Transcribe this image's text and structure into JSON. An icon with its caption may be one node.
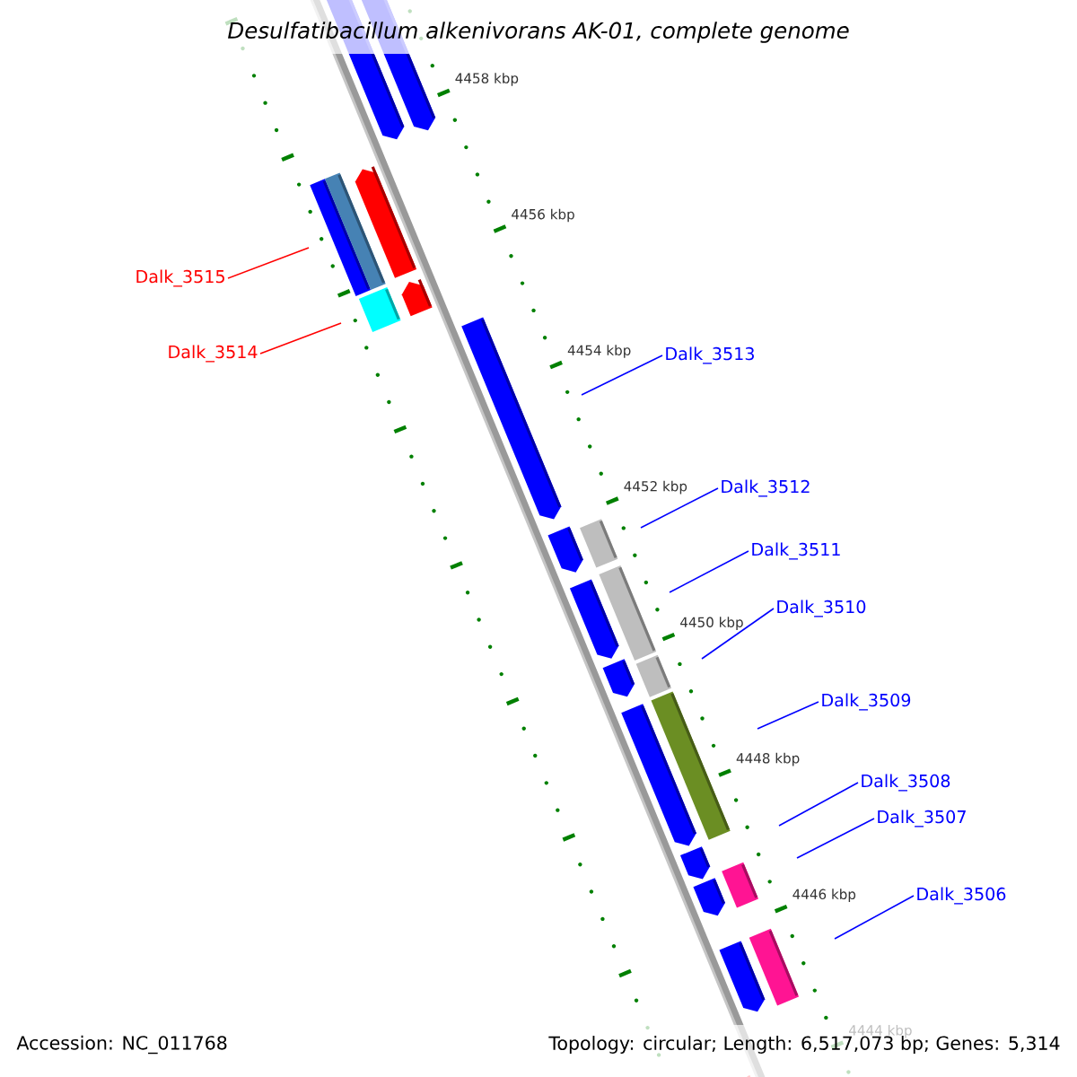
{
  "diagram": {
    "title": "Desulfatibacillum alkenivorans AK-01, complete genome",
    "nodes": [
      {
        "text": [
          "Dalk_3515"
        ]
      },
      {
        "text": [
          "Dalk_3514"
        ]
      },
      {
        "text": [
          "Dalk_3513"
        ]
      },
      {
        "text": [
          "Dalk_3512"
        ]
      },
      {
        "text": [
          "Dalk_3511"
        ]
      },
      {
        "text": [
          "Dalk_3510"
        ]
      },
      {
        "text": [
          "Dalk_3509"
        ]
      },
      {
        "text": [
          "Dalk_3508"
        ]
      },
      {
        "text": [
          "Dalk_3507"
        ]
      },
      {
        "text": [
          "Dalk_3506"
        ]
      }
    ],
    "edges": [
      {
        "from": 0,
        "to": null,
        "arrow": "none",
        "color": "#ff0000"
      },
      {
        "from": 1,
        "to": null,
        "arrow": "none",
        "color": "#ff0000"
      },
      {
        "from": 2,
        "to": null,
        "arrow": "none"
      },
      {
        "from": 3,
        "to": null,
        "arrow": "none"
      },
      {
        "from": 4,
        "to": null,
        "arrow": "none"
      },
      {
        "from": 5,
        "to": null,
        "arrow": "none"
      },
      {
        "from": 6,
        "to": null,
        "arrow": "none"
      },
      {
        "from": 7,
        "to": null,
        "arrow": "none"
      },
      {
        "from": 8,
        "to": null,
        "arrow": "none"
      },
      {
        "from": 9,
        "to": null,
        "arrow": "none"
      }
    ],
    "labels": [
      "4458 kbp",
      "4456 kbp",
      "4454 kbp",
      "4452 kbp",
      "4450 kbp",
      "4448 kbp",
      "4446 kbp",
      "4444 kbp",
      "Accession: NC_011768",
      "Topology: circular; Length: 6,517,073 bp; Genes: 5,314"
    ]
  }
}
